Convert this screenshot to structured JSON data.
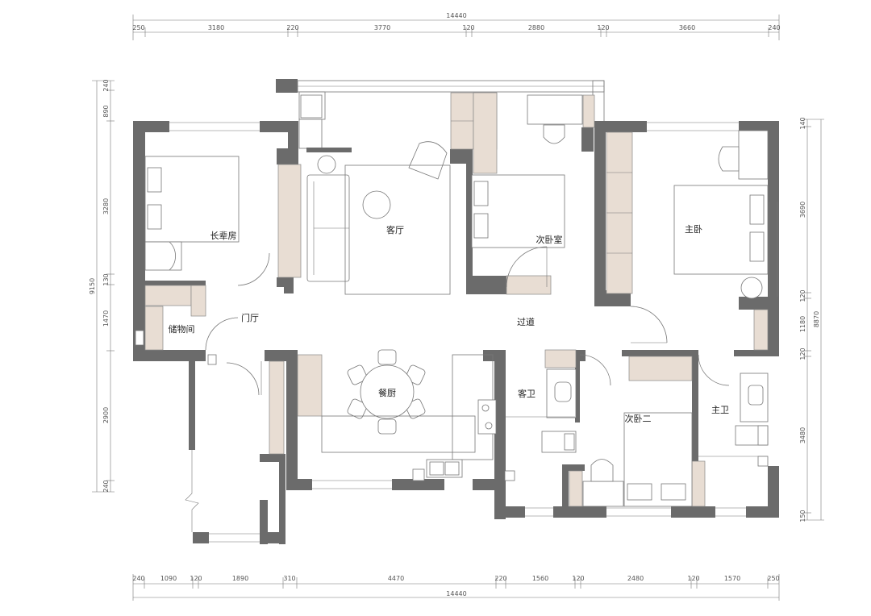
{
  "title": "",
  "rooms": {
    "elder_bedroom": "长辈房",
    "living_room": "客厅",
    "second_bedroom": "次卧室",
    "master_bedroom": "主卧",
    "storage": "储物间",
    "foyer": "门厅",
    "corridor": "过道",
    "dining_kitchen": "餐厨",
    "guest_bath": "客卫",
    "second_bedroom_2": "次卧二",
    "master_bath": "主卫"
  },
  "dimensions": {
    "top_total": "14440",
    "top": [
      "250",
      "3180",
      "220",
      "3770",
      "120",
      "2880",
      "120",
      "3660",
      "240"
    ],
    "bottom_total": "14440",
    "bottom": [
      "240",
      "1090",
      "120",
      "1890",
      "310",
      "4470",
      "220",
      "1560",
      "120",
      "2480",
      "120",
      "1570",
      "250"
    ],
    "left_total": "9150",
    "left": [
      "240",
      "890",
      "3280",
      "130",
      "1470",
      "2900",
      "240"
    ],
    "right_total": "8870",
    "right": [
      "140",
      "3690",
      "120",
      "1180",
      "120",
      "3480",
      "150"
    ]
  },
  "colors": {
    "wall": "#6b6b6b",
    "cabinet": "#e8ddd3",
    "line": "#777777"
  }
}
